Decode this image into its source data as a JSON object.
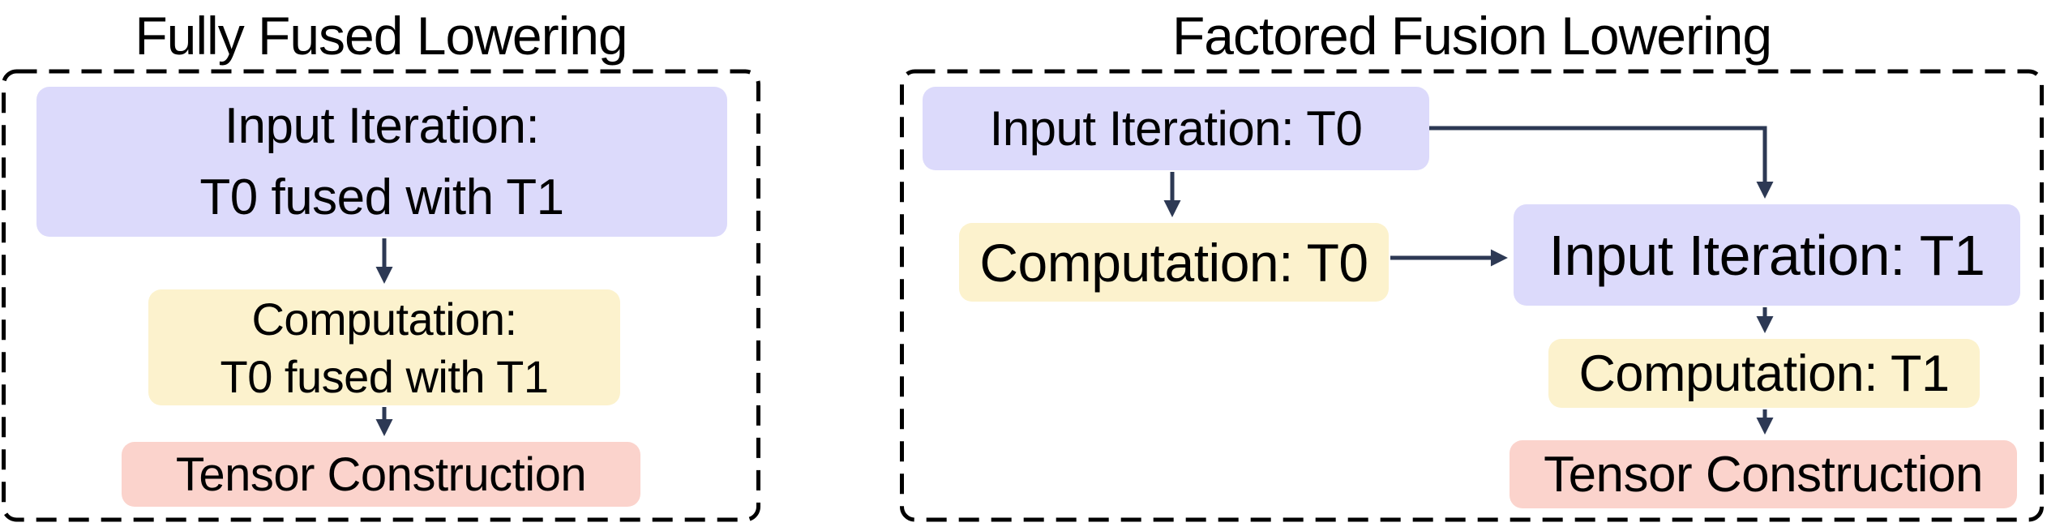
{
  "figure": {
    "colors": {
      "background": "#ffffff",
      "iteration_fill": "#dcdafb",
      "computation_fill": "#fcf2cd",
      "construction_fill": "#fbd3cc",
      "arrow": "#2d3954",
      "panel_border": "#000000",
      "text": "#000000"
    },
    "panels": [
      {
        "title": "Fully Fused Lowering",
        "nodes": {
          "input_iteration": {
            "lines": [
              "Input Iteration:",
              "T0 fused with T1"
            ]
          },
          "computation": {
            "lines": [
              "Computation:",
              "T0 fused with T1"
            ]
          },
          "tensor_construction": {
            "label": "Tensor Construction"
          }
        }
      },
      {
        "title": "Factored Fusion Lowering",
        "nodes": {
          "input_iteration_t0": {
            "label": "Input Iteration: T0"
          },
          "computation_t0": {
            "label": "Computation: T0"
          },
          "input_iteration_t1": {
            "label": "Input Iteration: T1"
          },
          "computation_t1": {
            "label": "Computation: T1"
          },
          "tensor_construction": {
            "label": "Tensor Construction"
          }
        }
      }
    ]
  }
}
